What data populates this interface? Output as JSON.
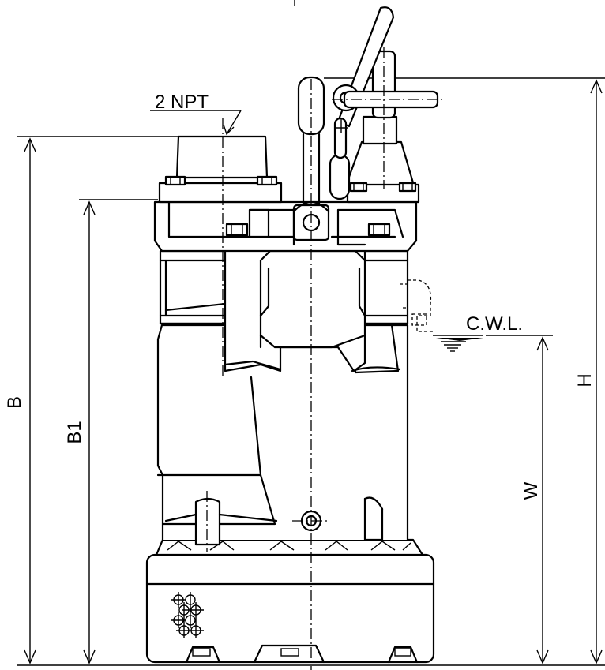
{
  "labels": {
    "discharge": "2  NPT",
    "cwl": "C.W.L.",
    "dim_B": "B",
    "dim_B1": "B1",
    "dim_H": "H",
    "dim_W": "W"
  },
  "colors": {
    "line": "#000000",
    "background": "#ffffff"
  }
}
